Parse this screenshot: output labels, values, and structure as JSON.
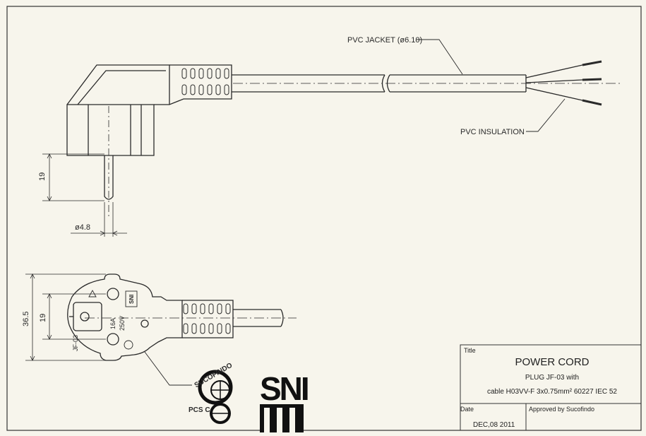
{
  "labels": {
    "pvc_jacket": "PVC JACKET (ø6.10)",
    "pvc_insulation": "PVC INSULATION"
  },
  "dimensions": {
    "pin_length": "19",
    "pin_diameter": "ø4.8",
    "face_height": "36.5",
    "face_inner": "19"
  },
  "plug_face": {
    "model": "JF-03",
    "rating_a": "16A",
    "rating_v": "250V",
    "sni": "SNI"
  },
  "logos": {
    "sucofindo": "SUCOFINDO",
    "pcs": "PCS C",
    "sni_large": "SNI"
  },
  "title_block": {
    "title_label": "Title",
    "title": "POWER CORD",
    "line1": "PLUG JF-03 with",
    "line2": "cable H03VV-F 3x0.75mm² 60227 IEC 52",
    "date_label": "Date",
    "date_value": "DEC,08 2011",
    "approved": "Approved by Sucofindo"
  },
  "colors": {
    "ink": "#2a2a2a",
    "paper": "#f7f5ec"
  }
}
